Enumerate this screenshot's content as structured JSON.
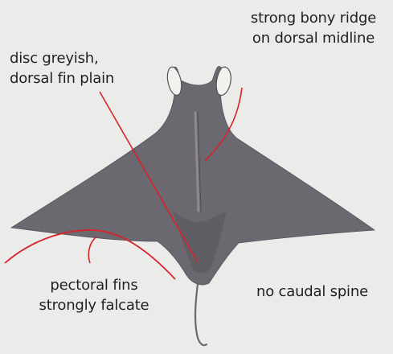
{
  "colors": {
    "background": "#ebebea",
    "body": "#6b6870",
    "body_dark": "#58555d",
    "fin_tip": "#f3f1ee",
    "pointer_line": "#d7232a",
    "text": "#231f20"
  },
  "annotations": {
    "disc": {
      "line1": "disc greyish,",
      "line2": "dorsal fin plain"
    },
    "ridge": {
      "line1": "strong bony ridge",
      "line2": "on dorsal midline"
    },
    "fins": {
      "line1": "pectoral fins",
      "line2": "strongly falcate"
    },
    "tail": {
      "line1": "no caudal spine"
    }
  }
}
